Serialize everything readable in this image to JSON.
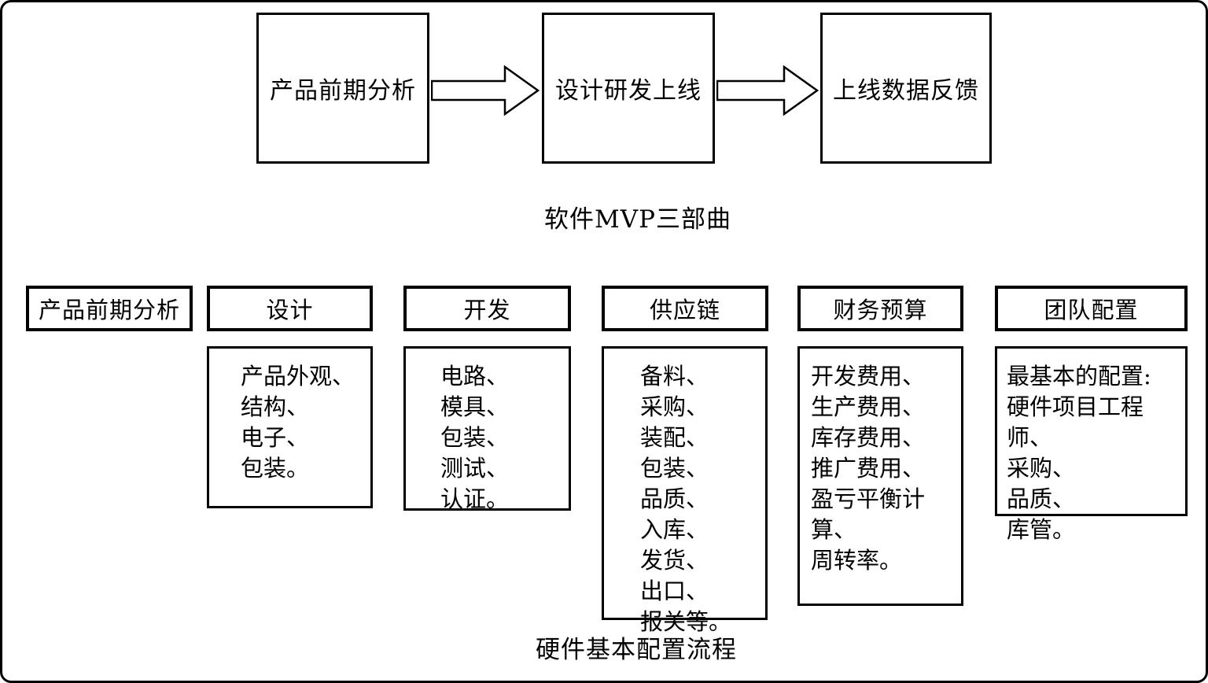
{
  "colors": {
    "background": "#ffffff",
    "border": "#000000",
    "text": "#000000"
  },
  "icons": {
    "flow_arrow": "right-block-arrow"
  },
  "software_flow": {
    "caption": "软件MVP三部曲",
    "steps": [
      "产品前期分析",
      "设计研发上线",
      "上线数据反馈"
    ]
  },
  "hardware_flow": {
    "caption": "硬件基本配置流程",
    "columns": [
      {
        "header": "产品前期分析",
        "items": []
      },
      {
        "header": "设计",
        "items": [
          "产品外观、",
          "结构、",
          "电子、",
          "包装。"
        ]
      },
      {
        "header": "开发",
        "items": [
          "电路、",
          "模具、",
          "包装、",
          "测试、",
          "认证。"
        ]
      },
      {
        "header": "供应链",
        "items": [
          "备料、",
          "采购、",
          "装配、",
          "包装、",
          "品质、",
          "入库、",
          "发货、",
          "出口、",
          "报关等。"
        ]
      },
      {
        "header": "财务预算",
        "items": [
          "开发费用、",
          "生产费用、",
          "库存费用、",
          "推广费用、",
          "盈亏平衡计算、",
          "周转率。"
        ]
      },
      {
        "header": "团队配置",
        "items": [
          "最基本的配置:",
          "硬件项目工程师、",
          "采购、",
          "品质、",
          "库管。"
        ]
      }
    ]
  }
}
